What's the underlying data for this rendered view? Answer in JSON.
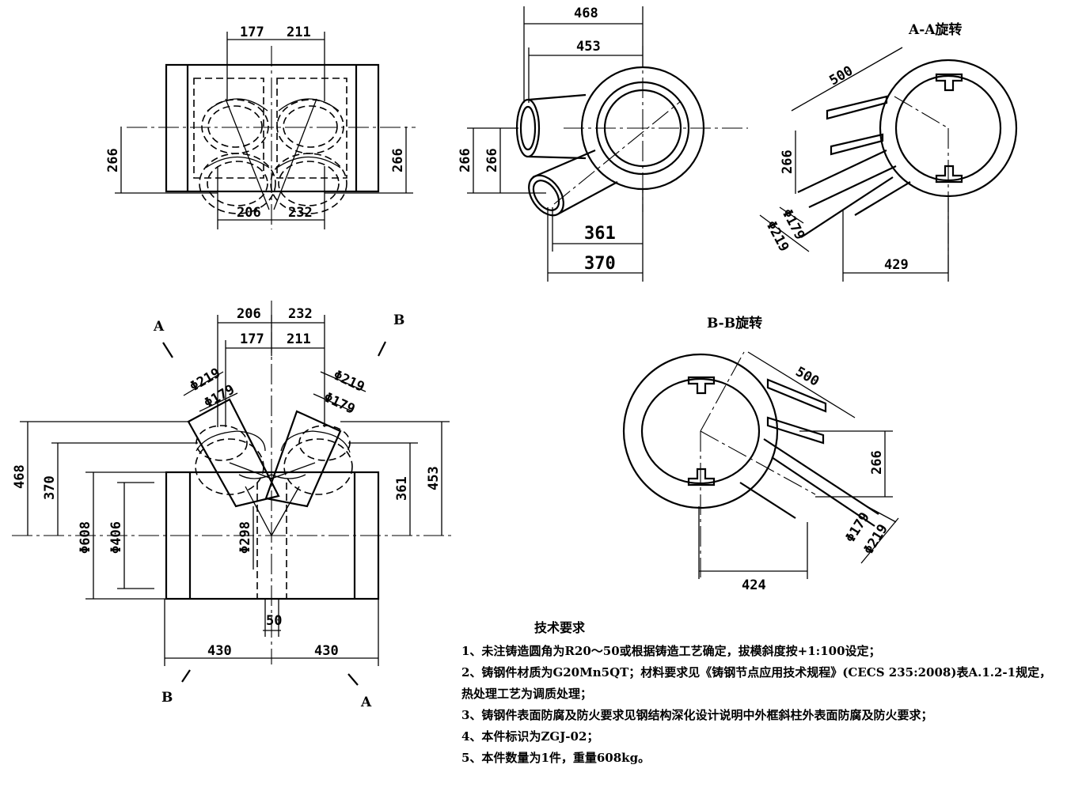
{
  "views": {
    "top_left": {
      "dim_top": [
        "177",
        "211"
      ],
      "dim_left": "266",
      "dim_right": "266",
      "dim_bottom": [
        "206",
        "232"
      ]
    },
    "top_middle": {
      "dim_top": [
        "468",
        "453"
      ],
      "dim_left": [
        "266",
        "266"
      ],
      "dim_bottom": [
        "361",
        "370"
      ]
    },
    "aa_rotation": {
      "title": "A-A旋转",
      "dim_500": "500",
      "dim_266": "266",
      "dim_phi179": "Φ179",
      "dim_phi219": "Φ219",
      "dim_429": "429"
    },
    "bb_rotation": {
      "title": "B-B旋转",
      "dim_500": "500",
      "dim_266": "266",
      "dim_phi179": "Φ179",
      "dim_phi219": "Φ219",
      "dim_424": "424"
    },
    "main": {
      "section_marks": [
        "A",
        "B",
        "B",
        "A"
      ],
      "dim_top_outer": [
        "206",
        "232"
      ],
      "dim_top_inner": [
        "177",
        "211"
      ],
      "dim_phi219_left": "Φ219",
      "dim_phi179_left": "Φ179",
      "dim_phi219_right": "Φ219",
      "dim_phi179_right": "Φ179",
      "dim_left": [
        "468",
        "370",
        "Φ608",
        "Φ406"
      ],
      "dim_right": [
        "361",
        "453"
      ],
      "dim_phi298": "Φ298",
      "dim_50": "50",
      "dim_bottom": [
        "430",
        "430"
      ]
    }
  },
  "notes": {
    "title": "技术要求",
    "items": [
      "1、未注铸造圆角为R20～50或根据铸造工艺确定，拔模斜度按+1:100设定；",
      "2、铸钢件材质为G20Mn5QT；材料要求见《铸钢节点应用技术规程》(CECS 235:2008)表A.1.2-1规定，",
      "热处理工艺为调质处理；",
      "3、铸钢件表面防腐及防火要求见钢结构深化设计说明中外框斜柱外表面防腐及防火要求；",
      "4、本件标识为ZGJ-02；",
      "5、本件数量为1件，重量608kg。"
    ]
  }
}
